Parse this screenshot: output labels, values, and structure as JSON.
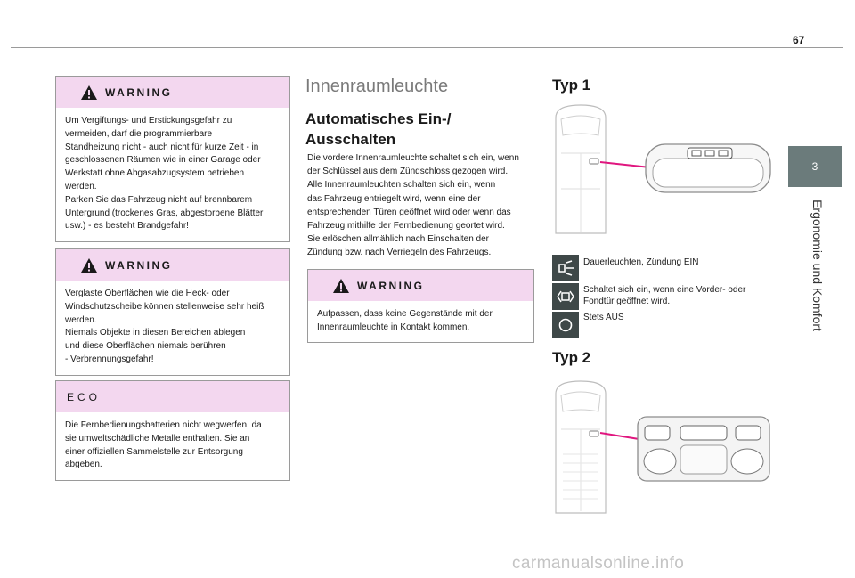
{
  "page": {
    "number": "67"
  },
  "chapter": {
    "number": "3",
    "title": "Ergonomie und Komfort"
  },
  "warning1": {
    "header": "WARNING",
    "body": "Um Vergiftungs- und Erstickungsgefahr zu\nvermeiden, darf die programmierbare\nStandheizung nicht - auch nicht für kurze Zeit - in\ngeschlossenen Räumen wie in einer Garage oder\nWerkstatt ohne Abgasabzugsystem betrieben\nwerden.\nParken Sie das Fahrzeug nicht auf brennbarem\nUntergrund (trockenes Gras, abgestorbene Blätter\nusw.) - es besteht Brandgefahr!"
  },
  "warning2": {
    "header": "WARNING",
    "body": "Verglaste Oberflächen wie die Heck- oder\nWindschutzscheibe können stellenweise sehr heiß\nwerden.\nNiemals Objekte in diesen Bereichen ablegen\nund diese Oberflächen niemals berühren\n- Verbrennungsgefahr!"
  },
  "eco": {
    "header": "ECO",
    "body": "Die Fernbedienungsbatterien nicht wegwerfen, da\nsie umweltschädliche Metalle enthalten. Sie an\neiner offiziellen Sammelstelle zur Entsorgung\nabgeben."
  },
  "section": {
    "title": "Innenraumleuchte",
    "subtitle": "Automatisches Ein-/ Ausschalten",
    "body": "Die vordere Innenraumleuchte schaltet sich ein, wenn\nder Schlüssel aus dem Zündschloss gezogen wird.\nAlle Innenraumleuchten schalten sich ein, wenn\ndas Fahrzeug entriegelt wird, wenn eine der\nentsprechenden Türen geöffnet wird oder wenn das\nFahrzeug mithilfe der Fernbedienung geortet wird.\nSie erlöschen allmählich nach Einschalten der\nZündung bzw. nach Verriegeln des Fahrzeugs."
  },
  "warning3": {
    "header": "WARNING",
    "body": "Aufpassen, dass keine Gegenstände mit der\nInnenraumleuchte in Kontakt kommen."
  },
  "type1": {
    "title": "Typ 1"
  },
  "type2": {
    "title": "Typ 2"
  },
  "legend": {
    "items": [
      {
        "icon": "courtesy-light-permanent-icon",
        "label": "Dauerleuchten, Zündung EIN"
      },
      {
        "icon": "courtesy-light-door-icon",
        "label": "Schaltet sich ein, wenn eine Vorder- oder\nFondtür geöffnet wird."
      },
      {
        "icon": "light-off-icon",
        "label": "Stets AUS"
      }
    ]
  },
  "colors": {
    "warning_bg": "#f3d7ef",
    "accent_line": "#e0167f",
    "chapter_tab": "#6b7b7b",
    "icon_bg": "#3e4848"
  },
  "watermark": {
    "text": "carmanualsonline.info"
  }
}
